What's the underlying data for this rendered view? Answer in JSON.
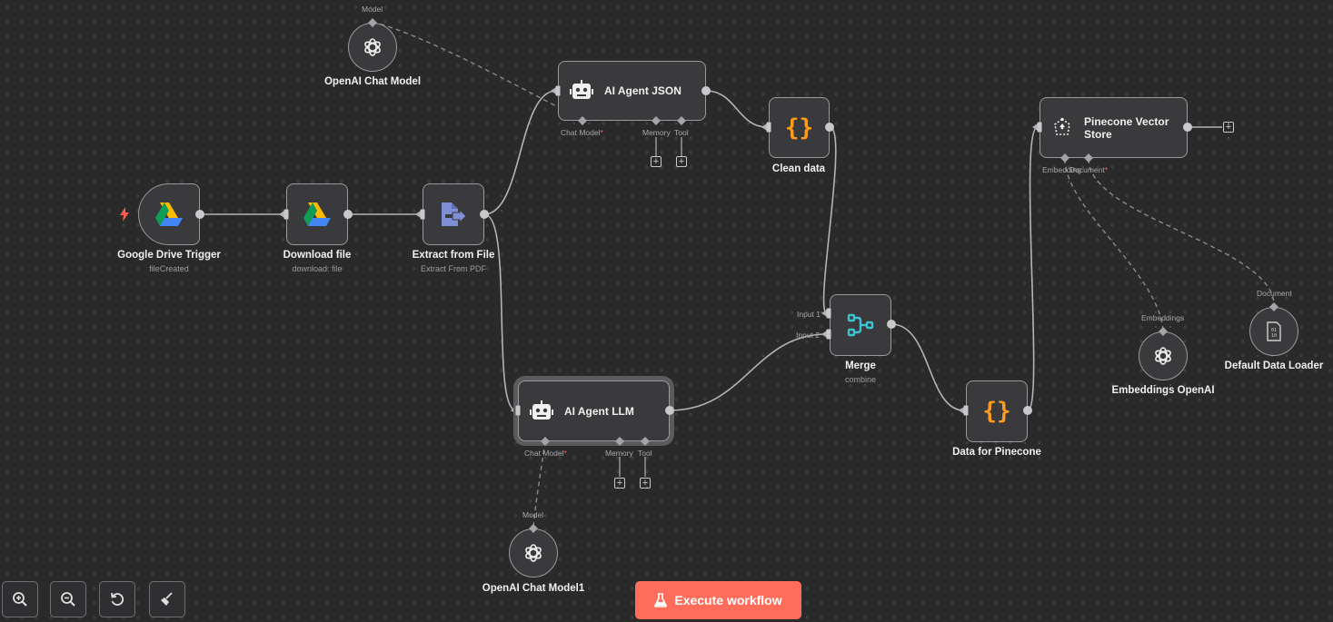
{
  "nodes": {
    "gdrive_trigger": {
      "title": "Google Drive Trigger",
      "subtitle": "fileCreated"
    },
    "download_file": {
      "title": "Download file",
      "subtitle": "download: file"
    },
    "extract_file": {
      "title": "Extract from File",
      "subtitle": "Extract From PDF"
    },
    "agent_json": {
      "title": "AI Agent JSON",
      "ports": {
        "chat_model": "Chat Model",
        "memory": "Memory",
        "tool": "Tool"
      }
    },
    "clean_data": {
      "title": "Clean data"
    },
    "agent_llm": {
      "title": "AI Agent LLM",
      "ports": {
        "chat_model": "Chat Model",
        "memory": "Memory",
        "tool": "Tool"
      }
    },
    "merge": {
      "title": "Merge",
      "subtitle": "combine",
      "inputs": [
        "Input 1",
        "Input 2"
      ]
    },
    "data_pinecone": {
      "title": "Data for Pinecone"
    },
    "pinecone": {
      "title_line1": "Pinecone Vector",
      "title_line2": "Store",
      "ports": {
        "embedding": "Embedding",
        "document": "Document"
      }
    },
    "openai_chat": {
      "title": "OpenAI Chat Model",
      "port": "Model"
    },
    "openai_chat1": {
      "title": "OpenAI Chat Model1",
      "port": "Model"
    },
    "embeddings": {
      "title": "Embeddings OpenAI",
      "port": "Embeddings"
    },
    "data_loader": {
      "title": "Default Data Loader",
      "port": "Document"
    }
  },
  "toolbar": {
    "execute_label": "Execute workflow",
    "icons": [
      "zoom-in-icon",
      "zoom-out-icon",
      "reset-zoom-icon",
      "tidy-up-icon"
    ]
  },
  "colors": {
    "canvas": "#2a2a2b",
    "node_bg": "#3a3a3c",
    "node_border": "#9a9a9e",
    "accent": "#ff6d5a",
    "code_orange": "#ff9b1f",
    "merge_teal": "#3cc4d3",
    "extract_blue": "#7f8fd6"
  }
}
